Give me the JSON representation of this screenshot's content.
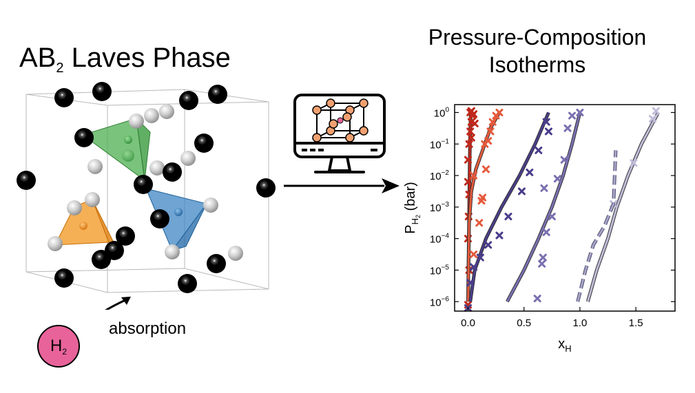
{
  "left_title": {
    "main": "AB",
    "sub": "2",
    "rest": " Laves Phase"
  },
  "right_title": {
    "line1": "Pressure-Composition",
    "line2": "Isotherms"
  },
  "h2_label": {
    "main": "H",
    "sub": "2"
  },
  "absorption_label": "absorption",
  "colors": {
    "h2_circle": "#e8639a",
    "green": "#4caf50",
    "orange": "#f39c2b",
    "blue": "#3f86c4",
    "computer_atoms": "#f0a070"
  },
  "chart_data": {
    "type": "line",
    "title": "",
    "xlabel": "x",
    "xlabel_sub": "H",
    "ylabel_main": "P",
    "ylabel_sub": "H",
    "ylabel_subsub": "2",
    "ylabel_unit": " (bar)",
    "xlim": [
      -0.12,
      1.85
    ],
    "ylim_log10": [
      -6.3,
      0.25
    ],
    "x_ticks": [
      {
        "v": 0.0,
        "label": "0.0"
      },
      {
        "v": 0.5,
        "label": "0.5"
      },
      {
        "v": 1.0,
        "label": "1.0"
      },
      {
        "v": 1.5,
        "label": "1.5"
      }
    ],
    "y_ticks": [
      {
        "exp": 0,
        "base": "10",
        "sup": "0"
      },
      {
        "exp": -1,
        "base": "10",
        "sup": "−1"
      },
      {
        "exp": -2,
        "base": "10",
        "sup": "−2"
      },
      {
        "exp": -3,
        "base": "10",
        "sup": "−3"
      },
      {
        "exp": -4,
        "base": "10",
        "sup": "−4"
      },
      {
        "exp": -5,
        "base": "10",
        "sup": "−5"
      },
      {
        "exp": -6,
        "base": "10",
        "sup": "−6"
      }
    ],
    "series": [
      {
        "color": "#c0281c",
        "line": [
          [
            0.0,
            -6.0
          ],
          [
            0.005,
            -4.5
          ],
          [
            0.01,
            -3.0
          ],
          [
            0.015,
            -1.5
          ],
          [
            0.02,
            -0.5
          ],
          [
            0.025,
            0.0
          ]
        ],
        "points": [
          [
            0.0,
            -6.1
          ],
          [
            0.0,
            -4.0
          ],
          [
            0.0,
            -2.2
          ],
          [
            0.01,
            -1.0
          ],
          [
            0.02,
            0.0
          ],
          [
            0.03,
            -0.3
          ],
          [
            0.0,
            -1.5
          ],
          [
            0.01,
            -2.6
          ],
          [
            0.005,
            -3.3
          ],
          [
            0.03,
            -0.8
          ],
          [
            0.04,
            -0.1
          ],
          [
            0.01,
            -5.0
          ],
          [
            0.02,
            -0.6
          ],
          [
            0.03,
            0.05
          ],
          [
            0.05,
            -0.05
          ],
          [
            0.06,
            -0.35
          ]
        ]
      },
      {
        "color": "#e55a3c",
        "line": [
          [
            0.0,
            -6.0
          ],
          [
            0.01,
            -3.5
          ],
          [
            0.03,
            -2.5
          ],
          [
            0.07,
            -1.8
          ],
          [
            0.13,
            -1.2
          ],
          [
            0.2,
            -0.5
          ],
          [
            0.28,
            0.0
          ]
        ],
        "points": [
          [
            0.05,
            -4.5
          ],
          [
            0.1,
            -3.5
          ],
          [
            0.12,
            -2.8
          ],
          [
            0.13,
            -2.7
          ],
          [
            0.16,
            -1.8
          ],
          [
            0.15,
            -1.0
          ],
          [
            0.2,
            -0.6
          ],
          [
            0.22,
            -0.3
          ],
          [
            0.25,
            -0.1
          ],
          [
            0.28,
            0.0
          ],
          [
            0.18,
            -0.9
          ],
          [
            0.05,
            -2.0
          ]
        ]
      },
      {
        "color": "#4a3d8a",
        "line": [
          [
            0.02,
            -6.0
          ],
          [
            0.06,
            -5.0
          ],
          [
            0.16,
            -4.0
          ],
          [
            0.3,
            -3.0
          ],
          [
            0.46,
            -2.0
          ],
          [
            0.6,
            -1.0
          ],
          [
            0.72,
            0.0
          ]
        ],
        "points": [
          [
            0.0,
            -6.2
          ],
          [
            0.02,
            -5.4
          ],
          [
            0.05,
            -4.9
          ],
          [
            0.11,
            -4.6
          ],
          [
            0.18,
            -4.2
          ],
          [
            0.28,
            -3.9
          ],
          [
            0.36,
            -3.3
          ],
          [
            0.48,
            -2.5
          ],
          [
            0.55,
            -1.9
          ],
          [
            0.63,
            -1.2
          ],
          [
            0.7,
            -0.3
          ],
          [
            0.72,
            -0.6
          ]
        ]
      },
      {
        "color": "#7a70b0",
        "line": [
          [
            0.35,
            -6.0
          ],
          [
            0.5,
            -5.0
          ],
          [
            0.63,
            -4.0
          ],
          [
            0.75,
            -3.0
          ],
          [
            0.85,
            -2.0
          ],
          [
            0.93,
            -1.0
          ],
          [
            1.0,
            0.0
          ]
        ],
        "points": [
          [
            0.62,
            -5.9
          ],
          [
            0.66,
            -4.8
          ],
          [
            0.67,
            -4.6
          ],
          [
            0.7,
            -3.8
          ],
          [
            0.68,
            -2.4
          ],
          [
            0.8,
            -2.1
          ],
          [
            0.86,
            -1.5
          ],
          [
            0.89,
            -0.5
          ],
          [
            0.93,
            -0.1
          ],
          [
            1.0,
            0.0
          ],
          [
            0.75,
            -3.3
          ]
        ]
      },
      {
        "color": "#c0bcd8",
        "line": [
          [
            1.07,
            -6.0
          ],
          [
            1.15,
            -5.0
          ],
          [
            1.25,
            -4.0
          ],
          [
            1.33,
            -3.0
          ],
          [
            1.43,
            -2.0
          ],
          [
            1.55,
            -1.0
          ],
          [
            1.7,
            0.0
          ]
        ],
        "points": [
          [
            1.3,
            -2.9
          ],
          [
            1.48,
            -1.6
          ],
          [
            1.65,
            -0.2
          ],
          [
            1.68,
            0.05
          ]
        ]
      },
      {
        "color": "#a8a4c8",
        "dashed": true,
        "line": [
          [
            0.98,
            -6.0
          ],
          [
            1.05,
            -5.0
          ],
          [
            1.12,
            -4.2
          ],
          [
            1.22,
            -3.6
          ],
          [
            1.3,
            -2.9
          ],
          [
            1.32,
            -1.2
          ]
        ],
        "points": []
      }
    ]
  }
}
